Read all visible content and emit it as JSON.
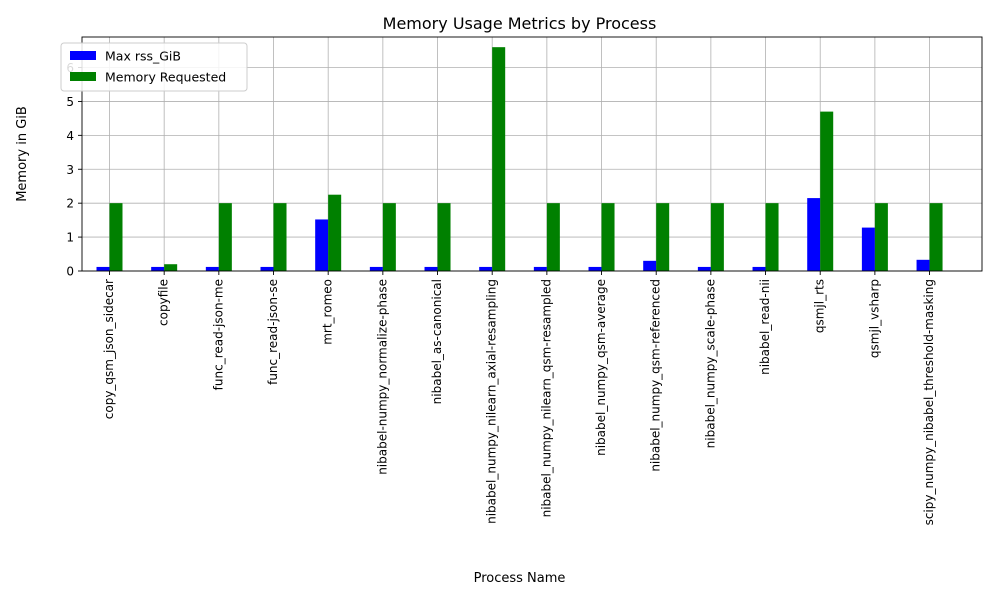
{
  "chart_data": {
    "type": "bar",
    "title": "Memory Usage Metrics by Process",
    "xlabel": "Process Name",
    "ylabel": "Memory in GiB",
    "categories": [
      "copy_qsm_json_sidecar",
      "copyfile",
      "func_read-json-me",
      "func_read-json-se",
      "mrt_romeo",
      "nibabel-numpy_normalize-phase",
      "nibabel_as-canonical",
      "nibabel_numpy_nilearn_axial-resampling",
      "nibabel_numpy_nilearn_qsm-resampled",
      "nibabel_numpy_qsm-average",
      "nibabel_numpy_qsm-referenced",
      "nibabel_numpy_scale-phase",
      "nibabel_read-nii",
      "qsmjl_rts",
      "qsmjl_vsharp",
      "scipy_numpy_nibabel_threshold-masking"
    ],
    "series": [
      {
        "name": "Max rss_GiB",
        "color": "#0000ff",
        "values": [
          0.12,
          0.12,
          0.12,
          0.12,
          1.52,
          0.12,
          0.12,
          0.12,
          0.12,
          0.12,
          0.3,
          0.12,
          0.12,
          2.15,
          1.28,
          0.33
        ]
      },
      {
        "name": "Memory Requested",
        "color": "#008000",
        "values": [
          2.0,
          0.2,
          2.0,
          2.0,
          2.25,
          2.0,
          2.0,
          6.6,
          2.0,
          2.0,
          2.0,
          2.0,
          2.0,
          4.7,
          2.0,
          2.0
        ]
      }
    ],
    "ylim": [
      0,
      6.9
    ],
    "yticks": [
      0,
      1,
      2,
      3,
      4,
      5,
      6
    ],
    "grid": true,
    "legend_position": "upper-left"
  }
}
